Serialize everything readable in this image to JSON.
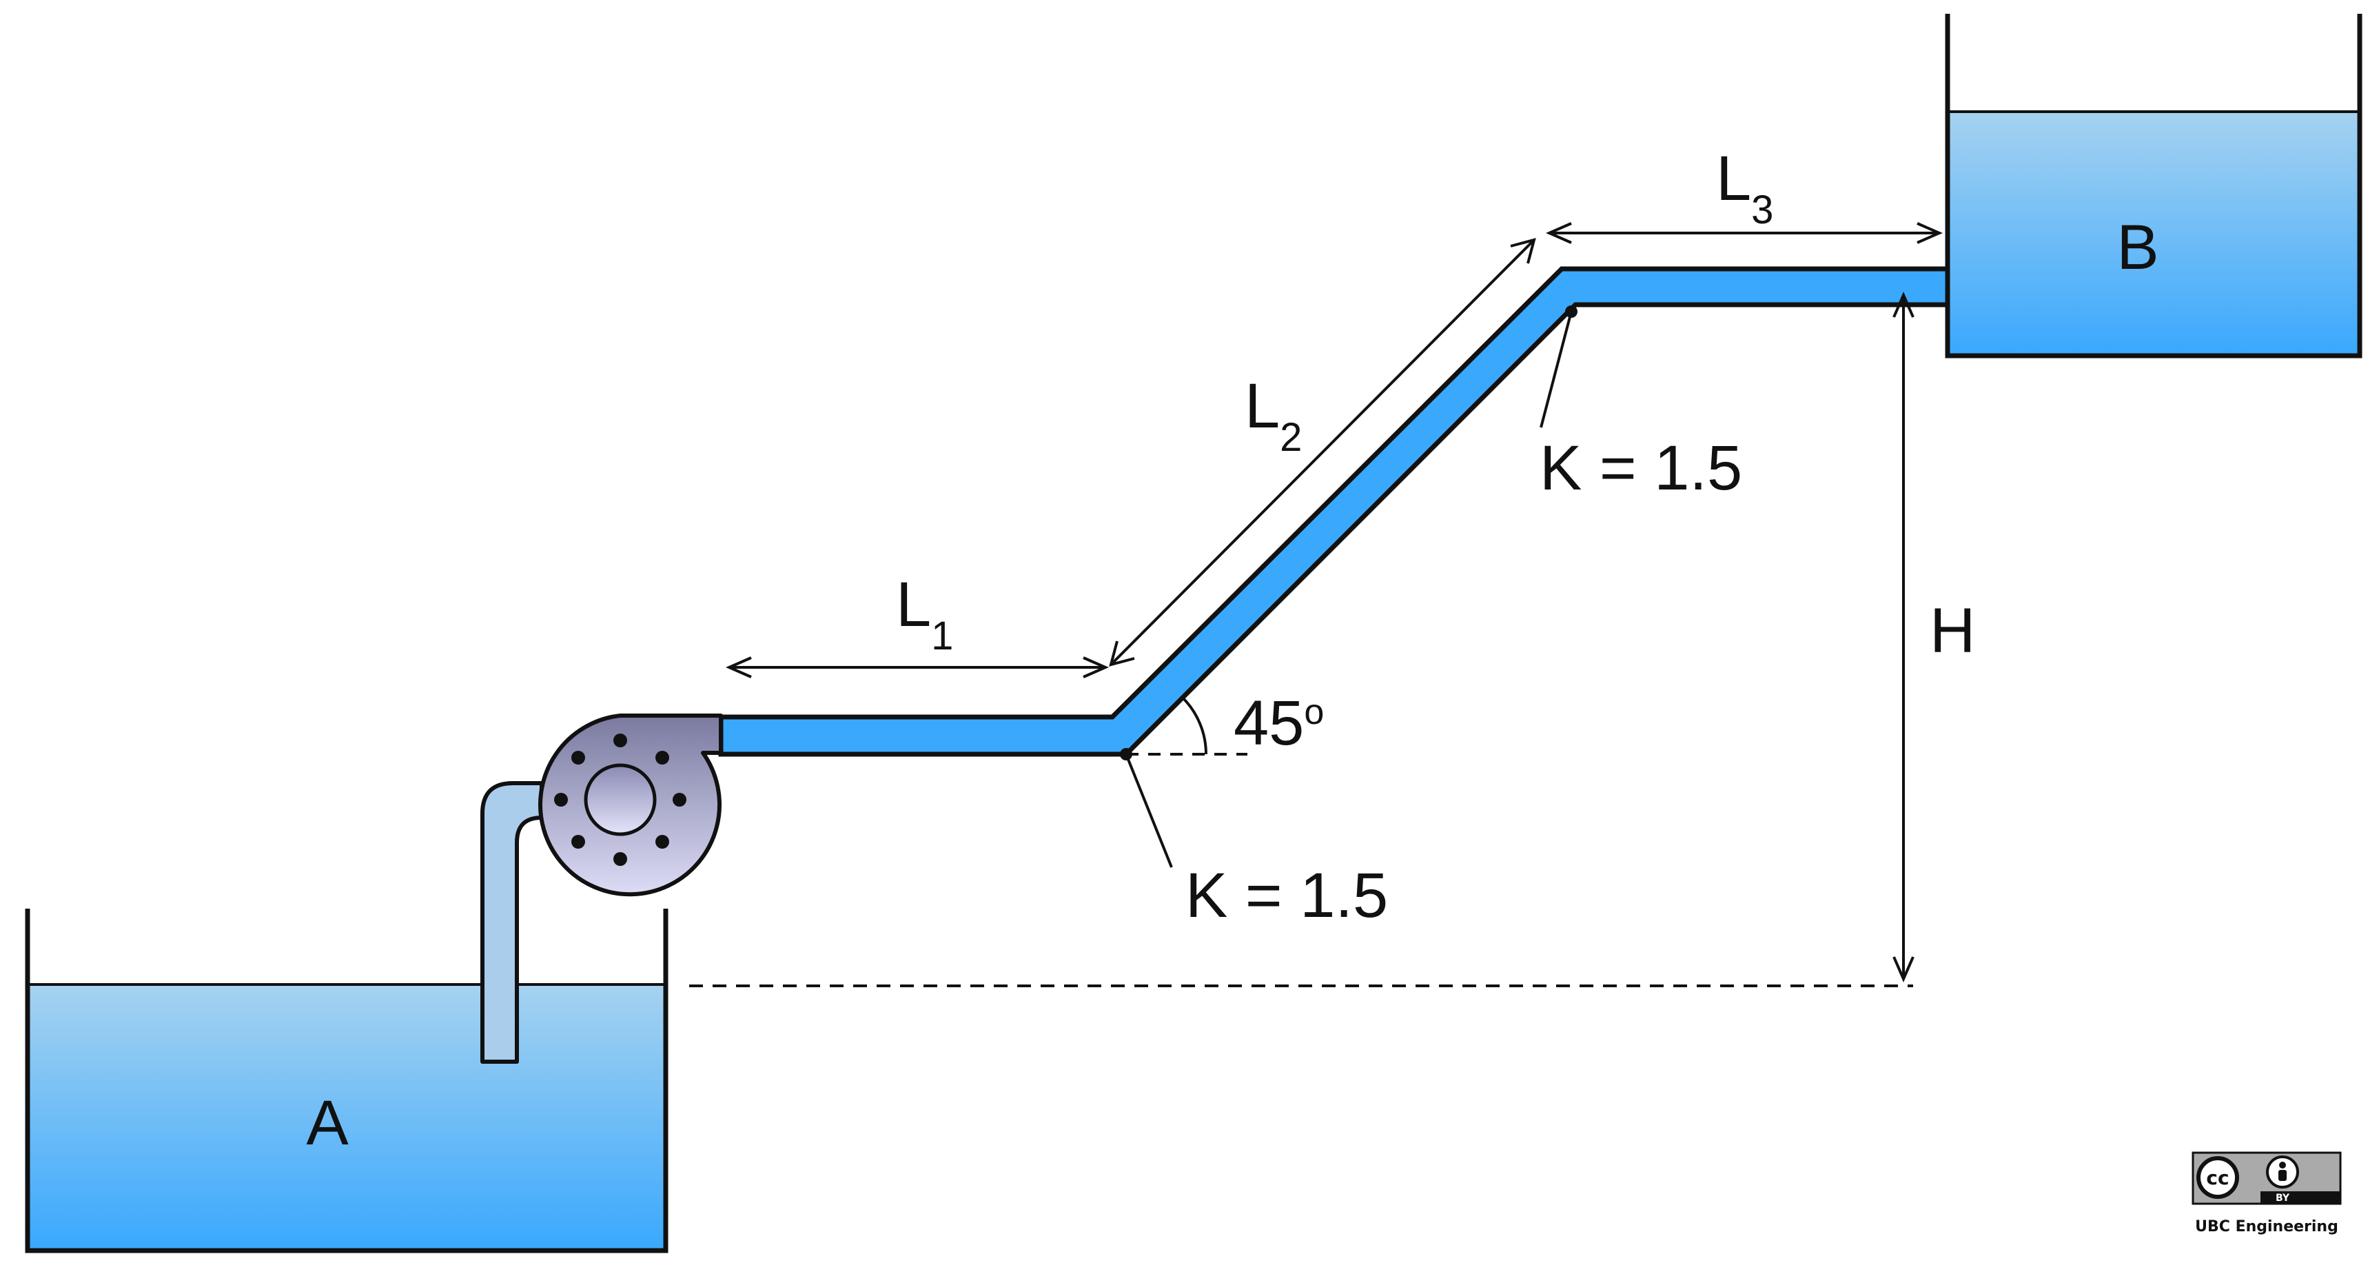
{
  "tanks": {
    "lower": {
      "label": "A"
    },
    "upper": {
      "label": "B"
    }
  },
  "dimensions": {
    "L1": {
      "letter": "L",
      "subscript": "1"
    },
    "L2": {
      "letter": "L",
      "subscript": "2"
    },
    "L3": {
      "letter": "L",
      "subscript": "3"
    },
    "height": "H"
  },
  "angle": {
    "value": "45",
    "superscript": "o"
  },
  "fittings": {
    "lower_bend": "K = 1.5",
    "upper_bend": "K = 1.5"
  },
  "license": {
    "cc": "cc",
    "by": "BY",
    "credit": "UBC Engineering"
  },
  "colors": {
    "water_top": "#a6d2f0",
    "water_bottom": "#3aa8fd",
    "pipe": "#3aa8fd",
    "pump_body_top": "#7a7aa0",
    "pump_body_bottom": "#d8d8f4",
    "suction_pipe": "#aacdec",
    "outline": "#111111"
  }
}
